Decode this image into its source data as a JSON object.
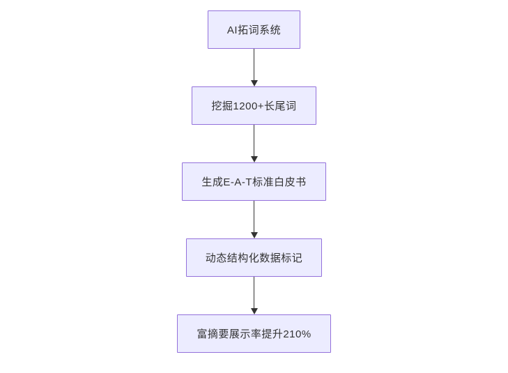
{
  "diagram": {
    "type": "flowchart",
    "direction": "top-down",
    "colors": {
      "node_fill": "#ECECFF",
      "node_border": "#9370DB",
      "arrow": "#333333",
      "text": "#333333",
      "background": "#FFFFFF"
    },
    "nodes": [
      {
        "id": "node-1",
        "label": "AI拓词系统"
      },
      {
        "id": "node-2",
        "label": "挖掘1200+长尾词"
      },
      {
        "id": "node-3",
        "label": "生成E-A-T标准白皮书"
      },
      {
        "id": "node-4",
        "label": "动态结构化数据标记"
      },
      {
        "id": "node-5",
        "label": "富摘要展示率提升210%"
      }
    ],
    "edges": [
      {
        "from": "node-1",
        "to": "node-2"
      },
      {
        "from": "node-2",
        "to": "node-3"
      },
      {
        "from": "node-3",
        "to": "node-4"
      },
      {
        "from": "node-4",
        "to": "node-5"
      }
    ]
  }
}
